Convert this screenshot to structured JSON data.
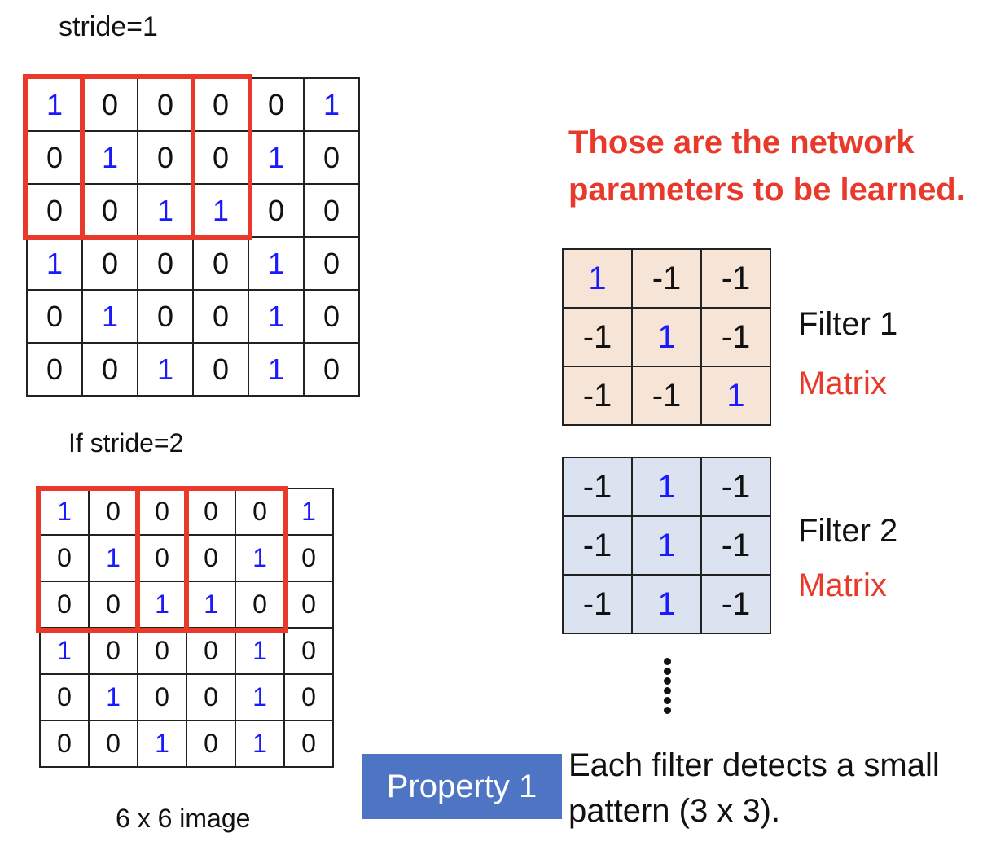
{
  "labels": {
    "stride1": "stride=1",
    "stride2": "If stride=2",
    "image_caption": "6 x 6 image"
  },
  "image": [
    [
      1,
      0,
      0,
      0,
      0,
      1
    ],
    [
      0,
      1,
      0,
      0,
      1,
      0
    ],
    [
      0,
      0,
      1,
      1,
      0,
      0
    ],
    [
      1,
      0,
      0,
      0,
      1,
      0
    ],
    [
      0,
      1,
      0,
      0,
      1,
      0
    ],
    [
      0,
      0,
      1,
      0,
      1,
      0
    ]
  ],
  "headline": {
    "line1": "Those are the network",
    "line2": "parameters to be learned."
  },
  "filters": [
    {
      "name": "Filter 1",
      "sub": "Matrix",
      "values": [
        [
          1,
          -1,
          -1
        ],
        [
          -1,
          1,
          -1
        ],
        [
          -1,
          -1,
          1
        ]
      ]
    },
    {
      "name": "Filter 2",
      "sub": "Matrix",
      "values": [
        [
          -1,
          1,
          -1
        ],
        [
          -1,
          1,
          -1
        ],
        [
          -1,
          1,
          -1
        ]
      ]
    }
  ],
  "property": {
    "button_label": "Property 1",
    "desc_line1": "Each filter detects a small",
    "desc_line2": "pattern (3 x 3)."
  },
  "colors": {
    "highlight": "#e8392b",
    "one": "#1a1aff",
    "filter1_bg": "#f6e4d6",
    "filter2_bg": "#dce3f0",
    "property_bg": "#4e74c4"
  }
}
